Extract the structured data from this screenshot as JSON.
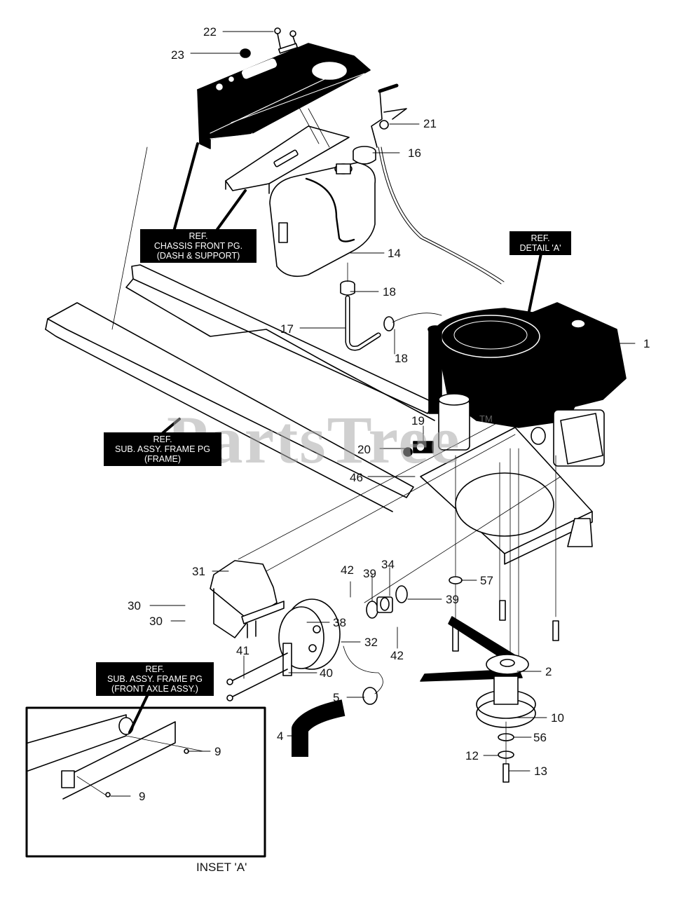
{
  "diagram": {
    "title": "Engine / Fuel Tank / Frame exploded parts diagram",
    "watermark": "PartsTree",
    "watermark_tm": "TM",
    "inset_caption": "INSET 'A'",
    "ref_boxes": [
      {
        "id": "chassis-front",
        "text": "REF.\nCHASSIS FRONT PG.\n(DASH & SUPPORT)"
      },
      {
        "id": "detail-a",
        "text": "REF.\nDETAIL 'A'"
      },
      {
        "id": "frame",
        "text": "REF.\nSUB. ASSY. FRAME PG\n(FRAME)"
      },
      {
        "id": "front-axle",
        "text": "REF.\nSUB. ASSY. FRAME PG\n(FRONT AXLE ASSY.)"
      }
    ],
    "callouts": [
      {
        "num": "22"
      },
      {
        "num": "23"
      },
      {
        "num": "21"
      },
      {
        "num": "16"
      },
      {
        "num": "14"
      },
      {
        "num": "18"
      },
      {
        "num": "17"
      },
      {
        "num": "18"
      },
      {
        "num": "1"
      },
      {
        "num": "19"
      },
      {
        "num": "20"
      },
      {
        "num": "46"
      },
      {
        "num": "31"
      },
      {
        "num": "42"
      },
      {
        "num": "39"
      },
      {
        "num": "34"
      },
      {
        "num": "57"
      },
      {
        "num": "39"
      },
      {
        "num": "30"
      },
      {
        "num": "30"
      },
      {
        "num": "38"
      },
      {
        "num": "32"
      },
      {
        "num": "42"
      },
      {
        "num": "41"
      },
      {
        "num": "40"
      },
      {
        "num": "2"
      },
      {
        "num": "5"
      },
      {
        "num": "10"
      },
      {
        "num": "4"
      },
      {
        "num": "56"
      },
      {
        "num": "12"
      },
      {
        "num": "13"
      },
      {
        "num": "9"
      },
      {
        "num": "9"
      }
    ]
  }
}
